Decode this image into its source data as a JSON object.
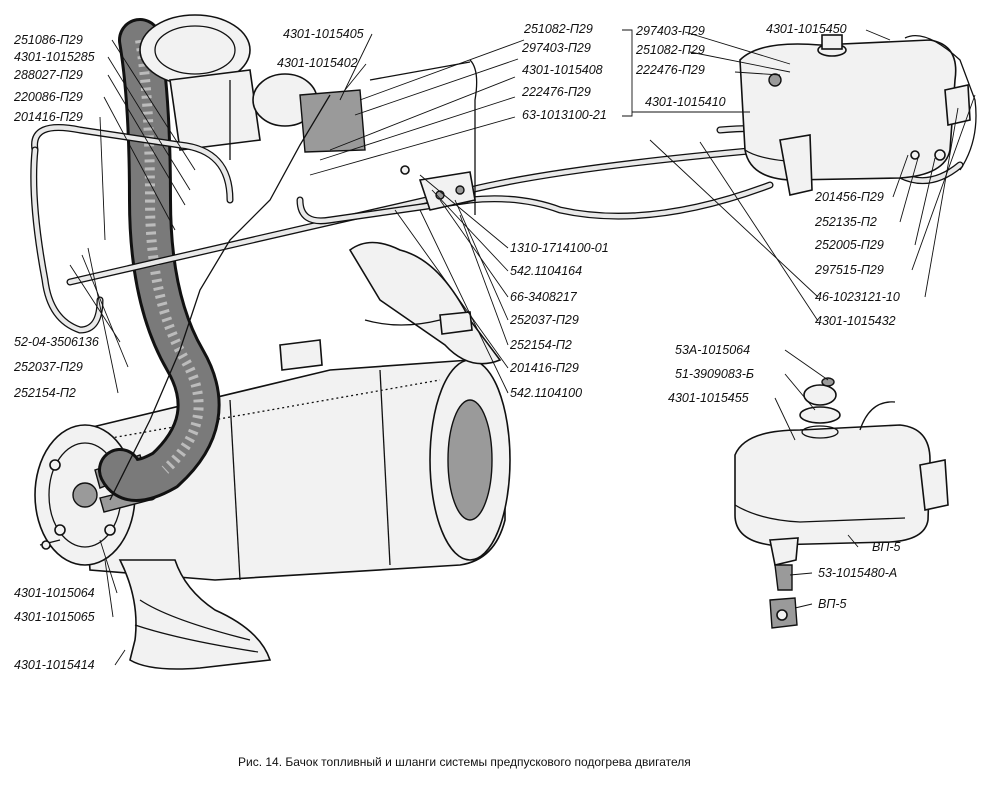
{
  "caption": "Рис. 14. Бачок топливный и шланги системы предпускового подогрева двигателя",
  "labels": {
    "l251086": "251086-П29",
    "l4301_1015285": "4301-1015285",
    "l288027": "288027-П29",
    "l220086": "220086-П29",
    "l201416a": "201416-П29",
    "l4301_1015405": "4301-1015405",
    "l4301_1015402": "4301-1015402",
    "l251082a": "251082-П29",
    "l297403a": "297403-П29",
    "l4301_1015408": "4301-1015408",
    "l222476a": "222476-П29",
    "l63_1013100": "63-1013100-21",
    "l4301_1015410": "4301-1015410",
    "l297403b": "297403-П29",
    "l251082b": "251082-П29",
    "l222476b": "222476-П29",
    "l4301_1015450": "4301-1015450",
    "l201456": "201456-П29",
    "l252135": "252135-П2",
    "l252005": "252005-П29",
    "l297515": "297515-П29",
    "l1310": "1310-1714100-01",
    "l542_1104164": "542.1104164",
    "l66_3408217": "66-3408217",
    "l252037a": "252037-П29",
    "l252154a": "252154-П2",
    "l201416b": "201416-П29",
    "l542_1104100": "542.1104100",
    "l46_1023121": "46-1023121-10",
    "l4301_1015432": "4301-1015432",
    "l52_04": "52-04-3506136",
    "l252037b": "252037-П29",
    "l252154b": "252154-П2",
    "l53A": "53А-1015064",
    "l51_3909083": "51-3909083-Б",
    "l4301_1015455": "4301-1015455",
    "lVP5a": "ВП-5",
    "l53_1015480": "53-1015480-А",
    "lVP5b": "ВП-5",
    "l4301_1015064": "4301-1015064",
    "l4301_1015065": "4301-1015065",
    "l4301_1015414": "4301-1015414"
  }
}
